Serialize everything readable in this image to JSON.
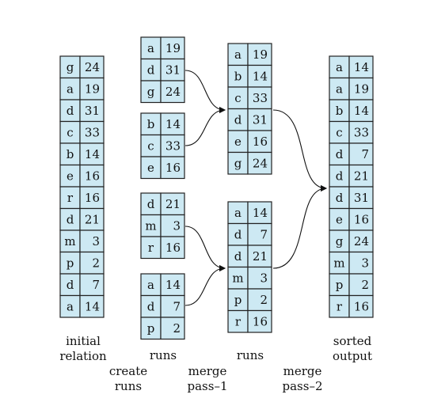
{
  "blocks": {
    "initial": [
      [
        "g",
        "24"
      ],
      [
        "a",
        "19"
      ],
      [
        "d",
        "31"
      ],
      [
        "c",
        "33"
      ],
      [
        "b",
        "14"
      ],
      [
        "e",
        "16"
      ],
      [
        "r",
        "16"
      ],
      [
        "d",
        "21"
      ],
      [
        "m",
        "3"
      ],
      [
        "p",
        "2"
      ],
      [
        "d",
        "7"
      ],
      [
        "a",
        "14"
      ]
    ],
    "run1": [
      [
        "a",
        "19"
      ],
      [
        "d",
        "31"
      ],
      [
        "g",
        "24"
      ]
    ],
    "run2": [
      [
        "b",
        "14"
      ],
      [
        "c",
        "33"
      ],
      [
        "e",
        "16"
      ]
    ],
    "run3": [
      [
        "d",
        "21"
      ],
      [
        "m",
        "3"
      ],
      [
        "r",
        "16"
      ]
    ],
    "run4": [
      [
        "a",
        "14"
      ],
      [
        "d",
        "7"
      ],
      [
        "p",
        "2"
      ]
    ],
    "merged1": [
      [
        "a",
        "19"
      ],
      [
        "b",
        "14"
      ],
      [
        "c",
        "33"
      ],
      [
        "d",
        "31"
      ],
      [
        "e",
        "16"
      ],
      [
        "g",
        "24"
      ]
    ],
    "merged2": [
      [
        "a",
        "14"
      ],
      [
        "d",
        "7"
      ],
      [
        "d",
        "21"
      ],
      [
        "m",
        "3"
      ],
      [
        "p",
        "2"
      ],
      [
        "r",
        "16"
      ]
    ],
    "sorted": [
      [
        "a",
        "14"
      ],
      [
        "a",
        "19"
      ],
      [
        "b",
        "14"
      ],
      [
        "c",
        "33"
      ],
      [
        "d",
        "7"
      ],
      [
        "d",
        "21"
      ],
      [
        "d",
        "31"
      ],
      [
        "e",
        "16"
      ],
      [
        "g",
        "24"
      ],
      [
        "m",
        "3"
      ],
      [
        "p",
        "2"
      ],
      [
        "r",
        "16"
      ]
    ]
  },
  "captions": {
    "initial_1": "initial",
    "initial_2": "relation",
    "runs_1": "runs",
    "runs_2": "runs",
    "create_1": "create",
    "create_2": "runs",
    "merge1_1": "merge",
    "merge1_2": "pass–1",
    "merge2_1": "merge",
    "merge2_2": "pass–2",
    "sorted_1": "sorted",
    "sorted_2": "output"
  }
}
